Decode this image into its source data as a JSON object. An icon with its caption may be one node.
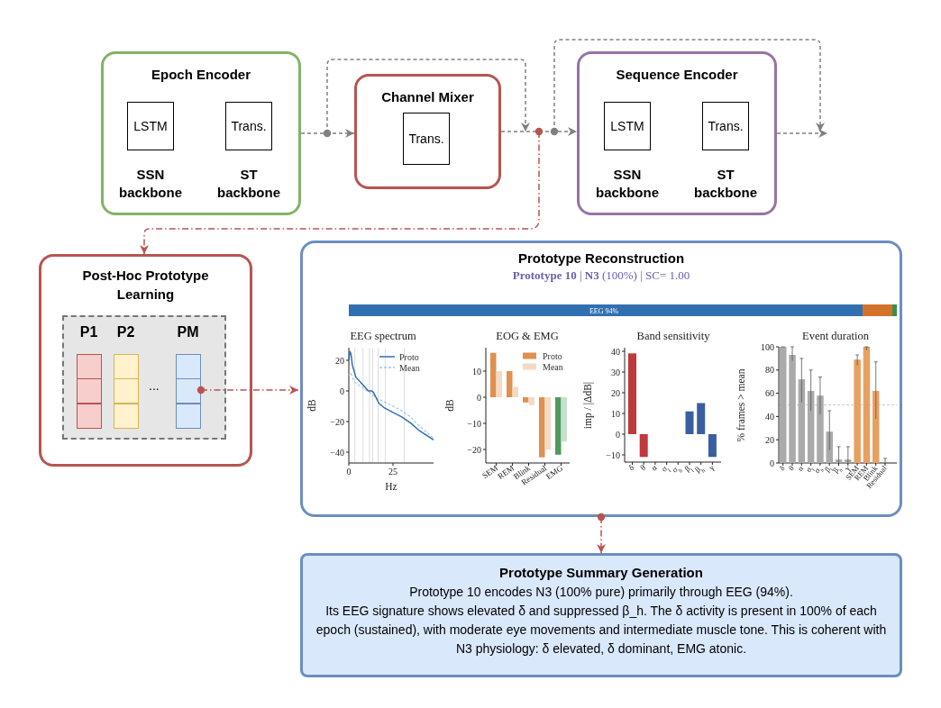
{
  "diagram": {
    "nodes": [
      {
        "text": [
          "Epoch Encoder"
        ]
      },
      {
        "text": [
          "LSTM"
        ],
        "in": 0,
        "beside": [
          "SSN backbone"
        ]
      },
      {
        "text": [
          "Trans."
        ],
        "in": 0,
        "beside": [
          "ST backbone"
        ]
      },
      {
        "text": [
          "Channel Mixer"
        ]
      },
      {
        "text": [
          "Trans."
        ],
        "in": 3
      },
      {
        "text": [
          "Sequence Encoder"
        ]
      },
      {
        "text": [
          "LSTM"
        ],
        "in": 5,
        "beside": [
          "SSN backbone"
        ]
      },
      {
        "text": [
          "Trans."
        ],
        "in": 5,
        "beside": [
          "ST backbone"
        ]
      },
      {
        "text": [
          "Post-Hoc Prototype Learning"
        ]
      },
      {
        "text": [],
        "shape": "box",
        "in": 8
      },
      {
        "text": [
          "P1"
        ],
        "in": 9
      },
      {
        "text": [
          "P2"
        ],
        "in": 9
      },
      {
        "text": [
          "PM"
        ],
        "in": 9
      },
      {
        "text": [
          "Prototype Reconstruction",
          "**Prototype 10** | **N3** (100%) | SC= 1.00"
        ]
      },
      {
        "text": [
          "Prototype Summary Generation",
          "Prototype 10 encodes N3 (100% pure) primarily through EEG (94%).",
          "Its EEG signature shows elevated δ and suppressed β_h. The δ activity is present in 100% of each epoch (sustained), with moderate eye movements and intermediate muscle tone. This is coherent with N3 physiology: δ elevated, δ dominant, EMG atonic."
        ]
      }
    ],
    "edges": [
      {
        "from": 0,
        "to": 3,
        "arrow": "to",
        "style": "dashed"
      },
      {
        "from": 0,
        "to": 5,
        "arrow": "to",
        "style": "dashed"
      },
      {
        "from": 3,
        "to": 5,
        "arrow": "to",
        "style": "dashed"
      },
      {
        "from": 3,
        "to": null,
        "arrow": "to",
        "style": "dashed"
      },
      {
        "from": 5,
        "to": null,
        "arrow": "to",
        "style": "dashed"
      },
      {
        "from": 3,
        "to": 8,
        "arrow": "to",
        "style": "dashed",
        "color": "#b85450"
      },
      {
        "from": 12,
        "to": 13,
        "arrow": "to",
        "style": "dashed",
        "color": "#b85450"
      },
      {
        "from": 13,
        "to": 14,
        "arrow": "to",
        "style": "dashed",
        "color": "#b85450"
      }
    ],
    "labels": [
      "...",
      "EEG 94%",
      "EEG spectrum",
      "20",
      "0",
      "−20",
      "−40",
      "dB",
      "0",
      "25",
      "Hz",
      "EOG & EMG",
      "10",
      "0",
      "−10",
      "−20",
      "dB",
      "SEM",
      "REM",
      "Blink",
      "Residual",
      "EMG",
      "Band sensitivity",
      "40",
      "30",
      "20",
      "10",
      "0",
      "−10",
      "imp / |ΔdB|",
      "δ",
      "θ",
      "α",
      "σ$_{l}$",
      "σ$_{h}$",
      "β$_{l}$",
      "β$_{h}$",
      "γ",
      "Event duration",
      "100",
      "80",
      "60",
      "40",
      "20",
      "0",
      "% frames > mean",
      "δ",
      "θ",
      "α",
      "σ$_{l}$",
      "σ$_{h}$",
      "β$_{l}$",
      "β$_{h}$",
      "γ",
      "SEM",
      "REM",
      "Blink",
      "Residual"
    ],
    "legend": [
      {
        "text": "Proto"
      },
      {
        "text": "Mean"
      },
      {
        "text": "Proto",
        "color": "#e0904f"
      },
      {
        "text": "Mean",
        "color": "#f5d9c3"
      }
    ]
  }
}
